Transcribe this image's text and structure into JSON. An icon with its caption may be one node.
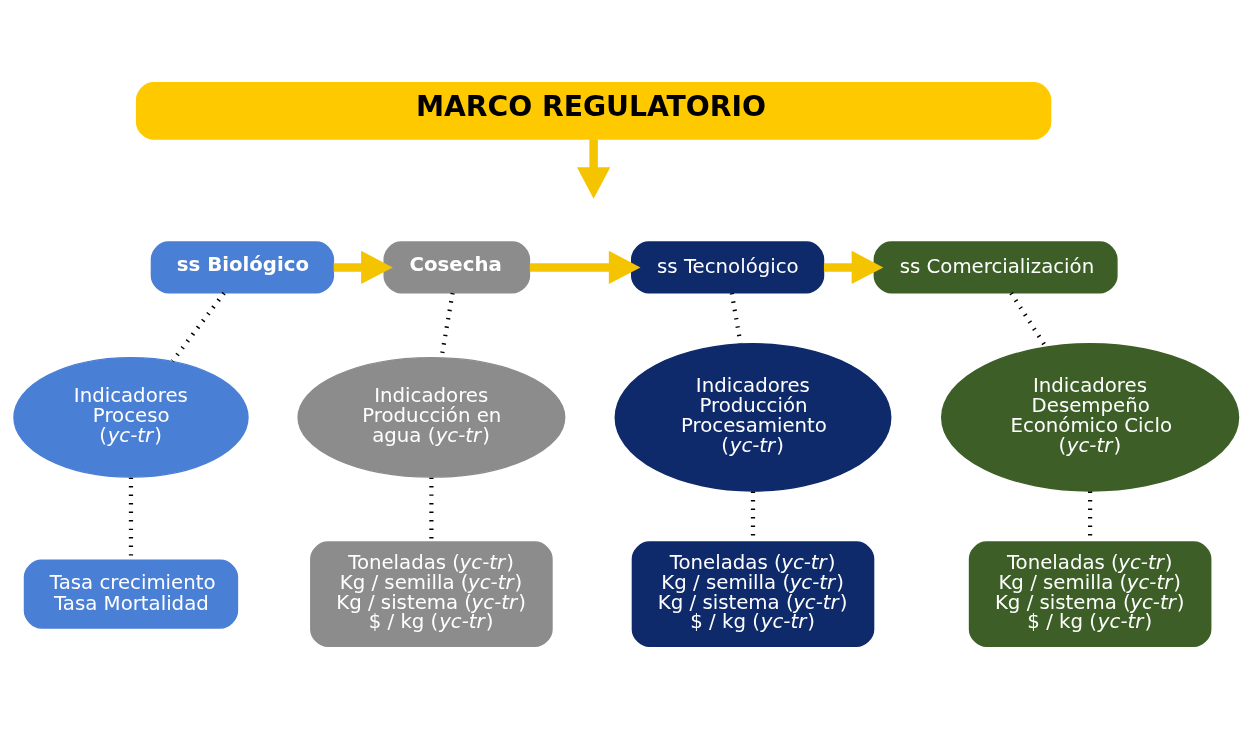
{
  "diagram": {
    "nodes": [
      {
        "text": [
          "MARCO REGULATORIO"
        ]
      },
      {
        "text": [
          "ss Biológico"
        ]
      },
      {
        "text": [
          "Cosecha"
        ]
      },
      {
        "text": [
          "ss Tecnológico"
        ]
      },
      {
        "text": [
          "ss Comercialización"
        ]
      },
      {
        "text": [
          "Indicadores Proceso (*yc-tr*)"
        ]
      },
      {
        "text": [
          "Indicadores Producción en agua (*yc-tr*)"
        ]
      },
      {
        "text": [
          "Indicadores Producción Procesamiento (*yc-tr*)"
        ]
      },
      {
        "text": [
          "Indicadores Desempeño Económico Ciclo (*yc-tr*)"
        ]
      },
      {
        "text": [
          "Tasa crecimiento",
          "Tasa Mortalidad"
        ]
      },
      {
        "text": [
          "Toneladas (*yc-tr*)",
          "Kg / semilla (*yc-tr*)",
          "Kg / sistema (*yc-tr*)",
          "$ / kg (*yc-tr*)"
        ]
      },
      {
        "text": [
          "Toneladas (*yc-tr*)",
          "Kg / semilla (*yc-tr*)",
          "Kg / sistema (*yc-tr*)",
          "$ / kg (*yc-tr*)"
        ]
      },
      {
        "text": [
          "Toneladas (*yc-tr*)",
          "Kg / semilla (*yc-tr*)",
          "Kg / sistema (*yc-tr*)",
          "$ / kg (*yc-tr*)"
        ]
      }
    ],
    "edges": [
      {
        "from": 0,
        "to": null,
        "arrow": "to",
        "style": "thick",
        "color": "#f5c400"
      },
      {
        "from": 1,
        "to": 2,
        "arrow": "to",
        "style": "thick",
        "color": "#f5c400"
      },
      {
        "from": 2,
        "to": 3,
        "arrow": "to",
        "style": "thick",
        "color": "#f5c400"
      },
      {
        "from": 3,
        "to": 4,
        "arrow": "to",
        "style": "thick",
        "color": "#f5c400"
      },
      {
        "from": 1,
        "to": 5,
        "arrow": "none",
        "style": "dashed"
      },
      {
        "from": 5,
        "to": 9,
        "arrow": "none",
        "style": "dashed"
      },
      {
        "from": 2,
        "to": 6,
        "arrow": "none",
        "style": "dashed"
      },
      {
        "from": 6,
        "to": 10,
        "arrow": "none",
        "style": "dashed"
      },
      {
        "from": 3,
        "to": 7,
        "arrow": "none",
        "style": "dashed"
      },
      {
        "from": 7,
        "to": 11,
        "arrow": "none",
        "style": "dashed"
      },
      {
        "from": 4,
        "to": 8,
        "arrow": "none",
        "style": "dashed"
      },
      {
        "from": 8,
        "to": 12,
        "arrow": "none",
        "style": "dashed"
      }
    ]
  }
}
